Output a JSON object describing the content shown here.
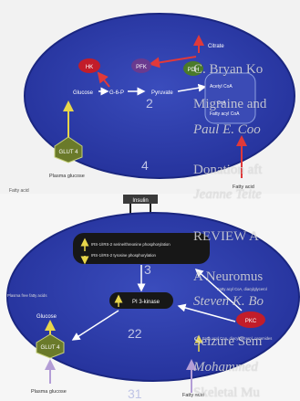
{
  "top_cell": {
    "hk": "HK",
    "pfk": "PFK",
    "pdh": "PDH",
    "glucose": "Glucose",
    "g6p": "G-6-P",
    "pyruvate": "Pyruvate",
    "citrate": "Citrate",
    "acetyl_coa": "Acetyl CoA",
    "coa": "CoA",
    "fatty_acyl_coa": "Fatty acyl CoA",
    "glut4": "GLUT 4",
    "plasma_glucose": "Plasma glucose",
    "fatty_acid": "Fatty acid",
    "fatty_acid_left": "Fatty acid"
  },
  "bottom_cell": {
    "insulin": "Insulin",
    "irs_line1": "IRS-1/IRS-2 serine/threonine phosphorylation",
    "irs_line2": "IRS-1/IRS-2 tyrosine phosphorylation",
    "pi3k": "PI 3-kinase",
    "pkc": "PKC",
    "pkc_note": "Fatty acyl CoA, diacylglycerol",
    "dag_note": "Fatty acyl CoA, diacylglycerol, ceramides",
    "glucose": "Glucose",
    "glut4": "GLUT 4",
    "plasma_glucose": "Plasma glucose",
    "fatty_acid": "Fatty acid",
    "left_note": "Plasma free fatty acids"
  },
  "overlay": [
    {
      "text": "C. Bryan Ko",
      "style": "normal"
    },
    {
      "text": "Migraine and",
      "style": "normal"
    },
    {
      "text": "Paul E. Coo",
      "style": "italic"
    },
    {
      "text": "Donation aft",
      "style": "normal"
    },
    {
      "text": "Jeanne Teite",
      "style": "italic"
    },
    {
      "text": "REVIEW A",
      "style": "normal"
    },
    {
      "text": "A Neuromus",
      "style": "normal"
    },
    {
      "text": "Steven K. Bo",
      "style": "italic"
    },
    {
      "text": "Seizure Sem",
      "style": "normal"
    },
    {
      "text": "Mohammed",
      "style": "italic"
    },
    {
      "text": "Skeletal Mu",
      "style": "normal"
    }
  ],
  "page_numbers": [
    "2",
    "4",
    "3",
    "22",
    "31"
  ],
  "colors": {
    "cell_fill": "#2f3fa8",
    "cell_edge": "#1a2680",
    "enzyme_red": "#c21d2a",
    "enzyme_purple": "#6a3a8f",
    "pdh_green": "#4a7a2a",
    "glut_green": "#6a7a2a",
    "bar_dark": "#171717",
    "arrow_red": "#e0393a",
    "arrow_yellow": "#e8d64a",
    "arrow_purple": "#b39dd6"
  }
}
